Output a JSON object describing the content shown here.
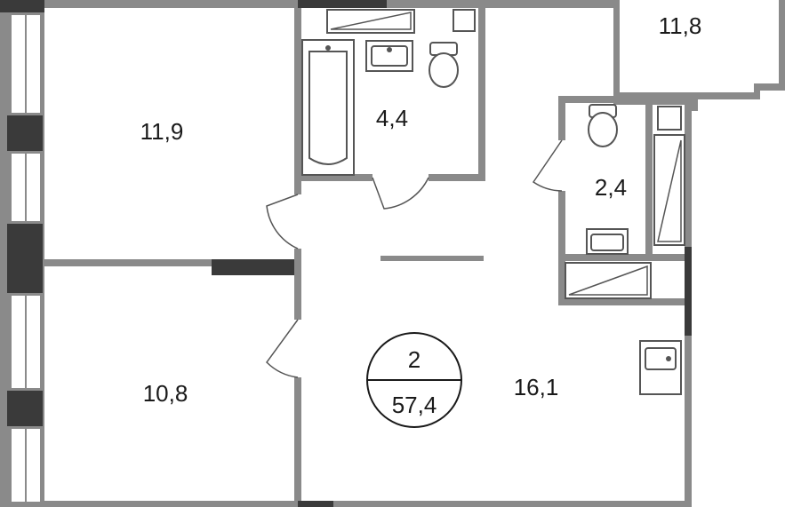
{
  "plan": {
    "rooms": [
      {
        "id": "room-bedroom-top",
        "area": "11,9"
      },
      {
        "id": "room-bathroom",
        "area": "4,4"
      },
      {
        "id": "room-loggia",
        "area": "11,8"
      },
      {
        "id": "room-wc",
        "area": "2,4"
      },
      {
        "id": "room-bedroom-bottom",
        "area": "10,8"
      },
      {
        "id": "room-living",
        "area": "16,1"
      }
    ],
    "badge": {
      "rooms": "2",
      "total_area": "57,4"
    }
  },
  "colors": {
    "wall": "#8a8a8a",
    "wall_dark": "#3a3a3a",
    "fixture_stroke": "#555555"
  }
}
